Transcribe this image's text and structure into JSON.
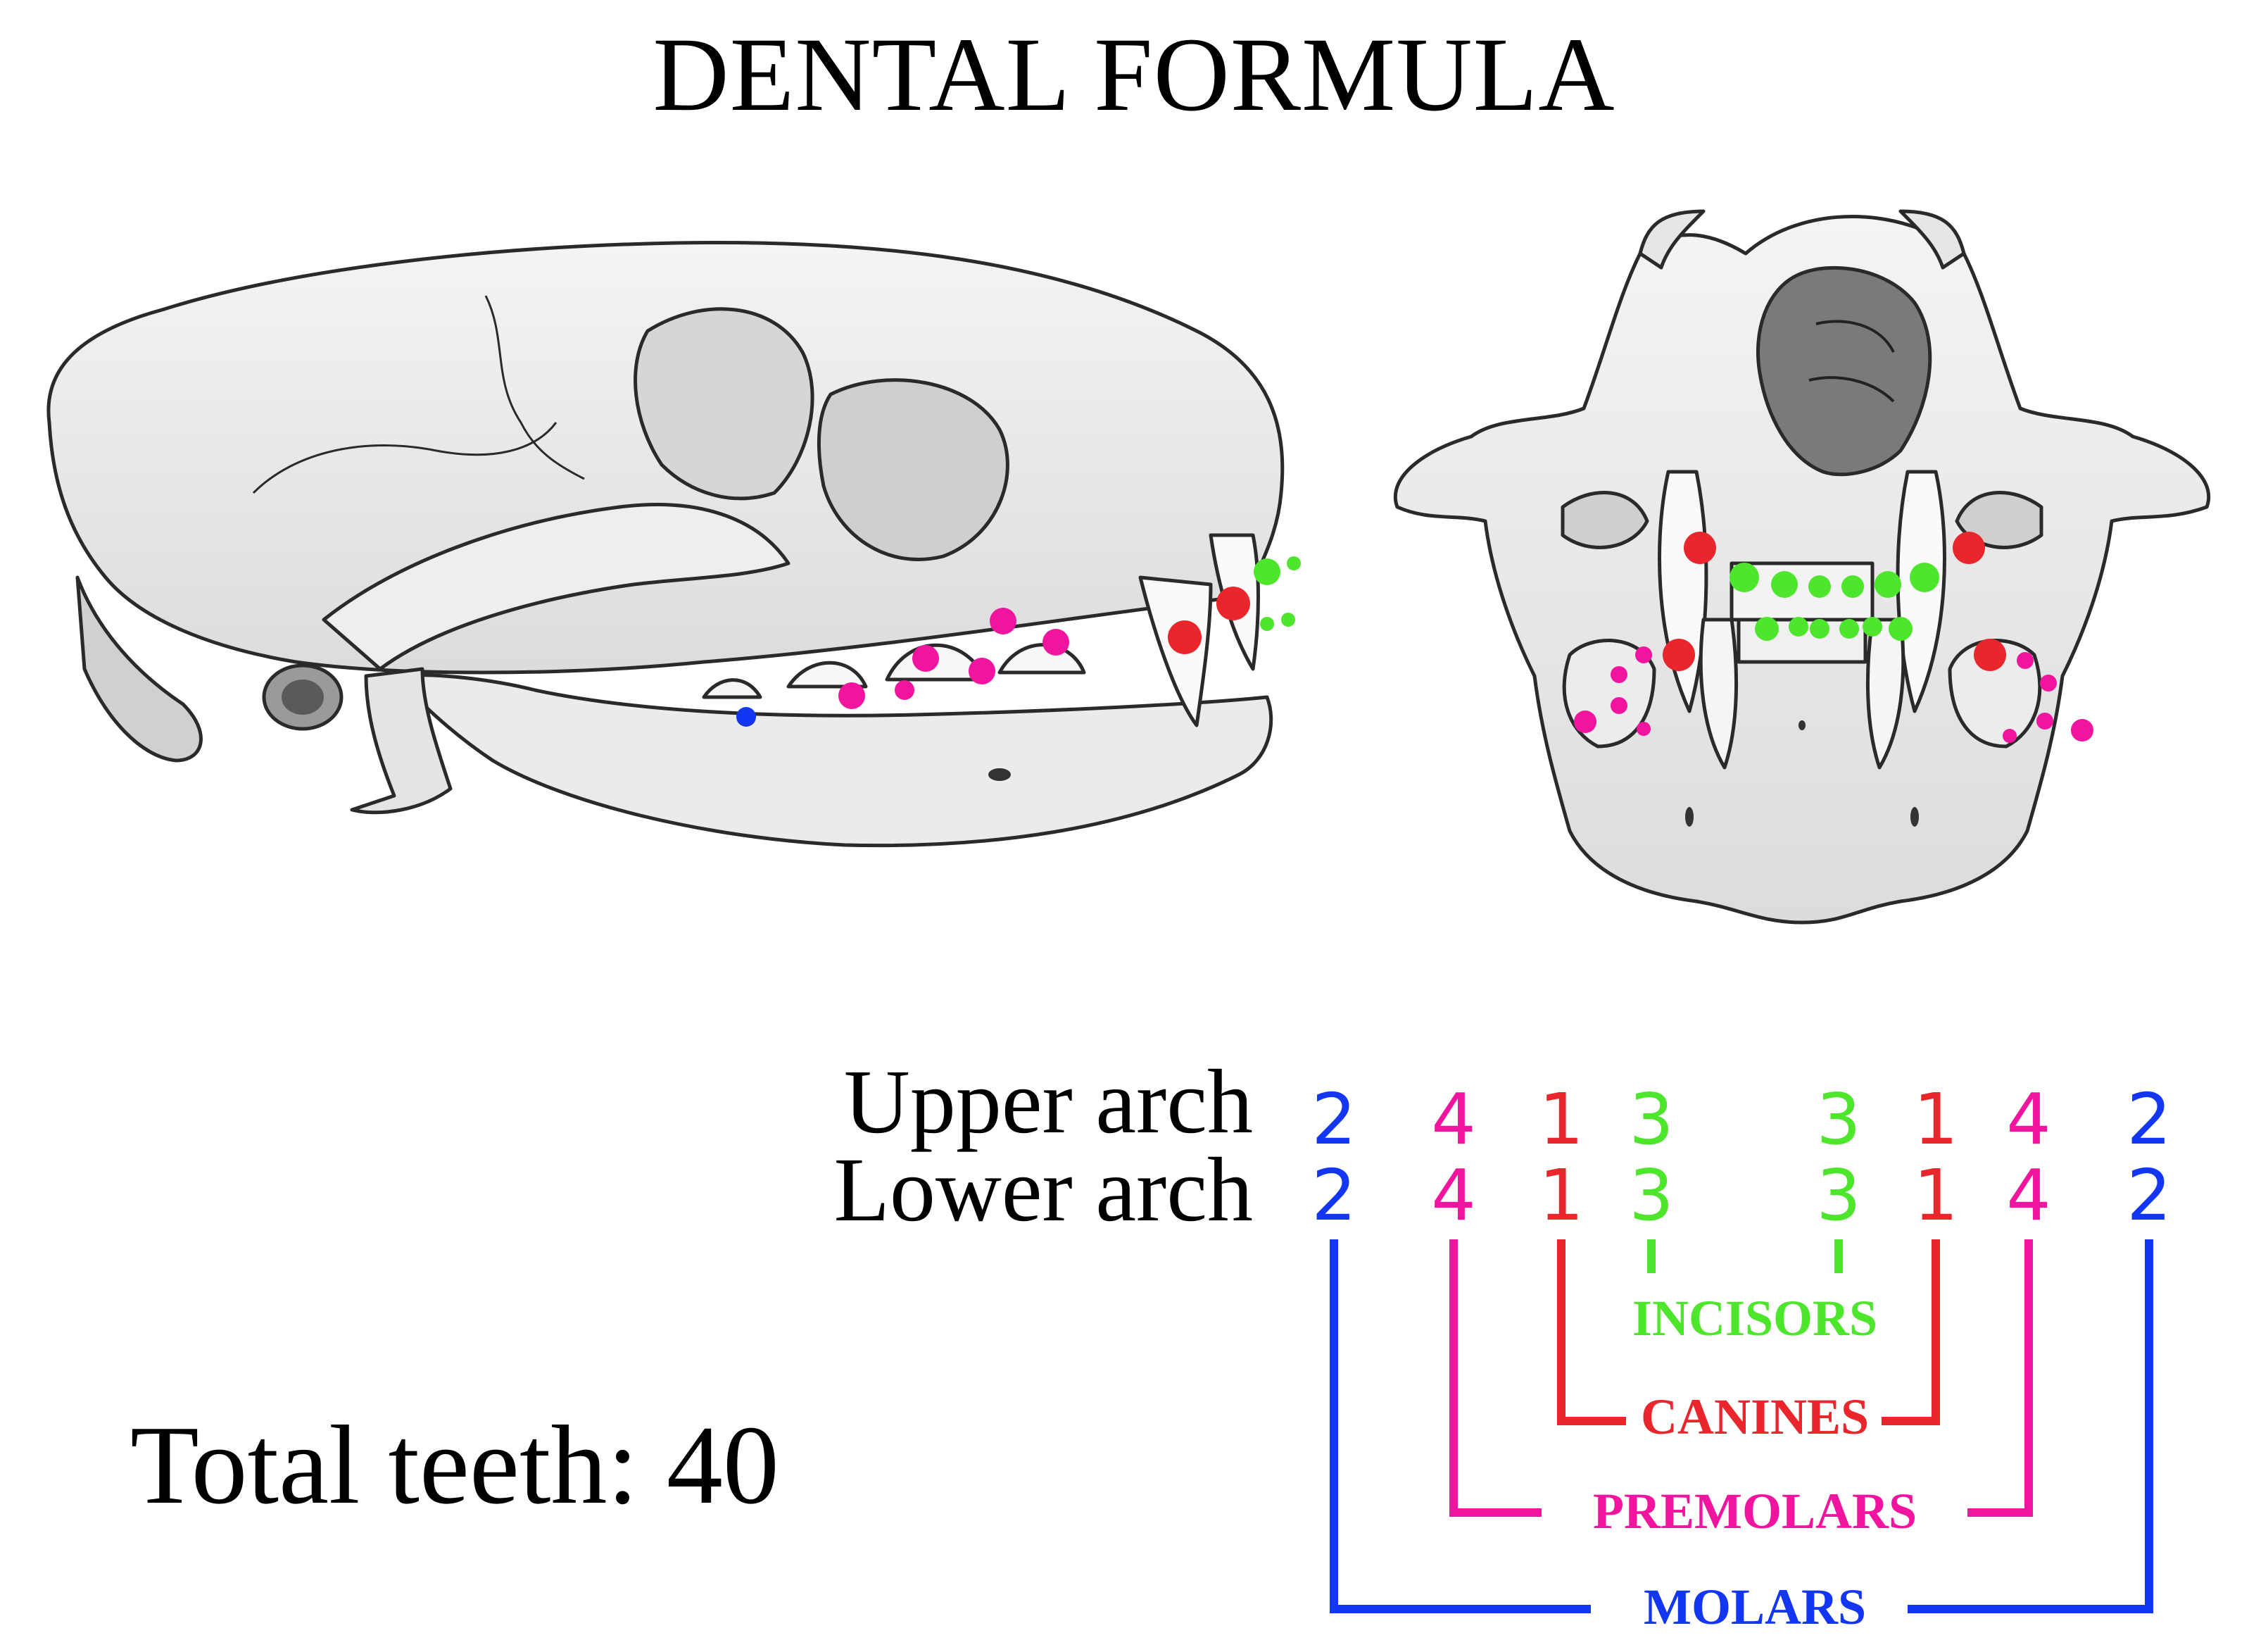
{
  "title": "DENTAL FORMULA",
  "arches": {
    "upper_label": "Upper arch",
    "lower_label": "Lower arch"
  },
  "formula": {
    "upper": [
      "2",
      "4",
      "1",
      "3",
      "3",
      "1",
      "4",
      "2"
    ],
    "lower": [
      "2",
      "4",
      "1",
      "3",
      "3",
      "1",
      "4",
      "2"
    ]
  },
  "categories": {
    "incisors": "INCISORS",
    "canines": "CANINES",
    "premolars": "PREMOLARS",
    "molars": "MOLARS"
  },
  "total": "Total teeth: 40",
  "colors": {
    "incisors": "#4ee62c",
    "canines": "#e8262b",
    "premolars": "#f0149e",
    "molars": "#1236f2"
  }
}
